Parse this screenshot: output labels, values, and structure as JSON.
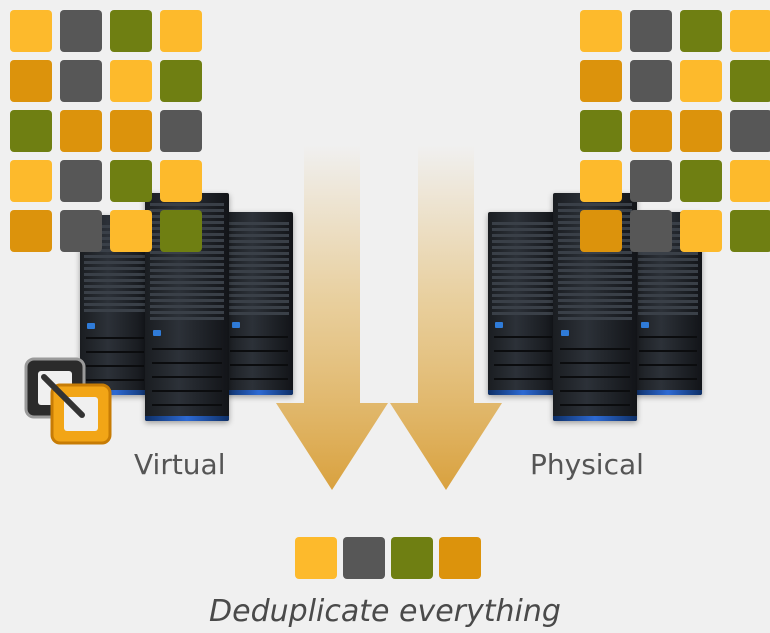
{
  "colors": {
    "yellow": "#fdba2c",
    "gray": "#575757",
    "green": "#6f7f12",
    "orange": "#dc930c",
    "background": "#f0f0f0",
    "arrow": "#e2b45a"
  },
  "left_grid": {
    "icon": "data-blocks",
    "tiles": [
      [
        "yellow",
        "gray",
        "green",
        "yellow"
      ],
      [
        "orange",
        "gray",
        "yellow",
        "green"
      ],
      [
        "green",
        "orange",
        "orange",
        "gray"
      ],
      [
        "yellow",
        "gray",
        "green",
        "yellow"
      ],
      [
        "orange",
        "gray",
        "yellow",
        "green"
      ]
    ]
  },
  "right_grid": {
    "icon": "data-blocks",
    "tiles": [
      [
        "yellow",
        "gray",
        "green",
        "yellow"
      ],
      [
        "orange",
        "gray",
        "yellow",
        "green"
      ],
      [
        "green",
        "orange",
        "orange",
        "gray"
      ],
      [
        "yellow",
        "gray",
        "green",
        "yellow"
      ],
      [
        "orange",
        "gray",
        "yellow",
        "green"
      ]
    ]
  },
  "virtual": {
    "label": "Virtual",
    "logo_icon": "vmware-logo-icon",
    "servers_icon": "server-rack-icon"
  },
  "physical": {
    "label": "Physical",
    "servers_icon": "server-rack-icon"
  },
  "arrows_icon": "down-arrow-icon",
  "deduplicated": {
    "tiles": [
      "yellow",
      "gray",
      "green",
      "orange"
    ],
    "caption": "Deduplicate everything"
  }
}
